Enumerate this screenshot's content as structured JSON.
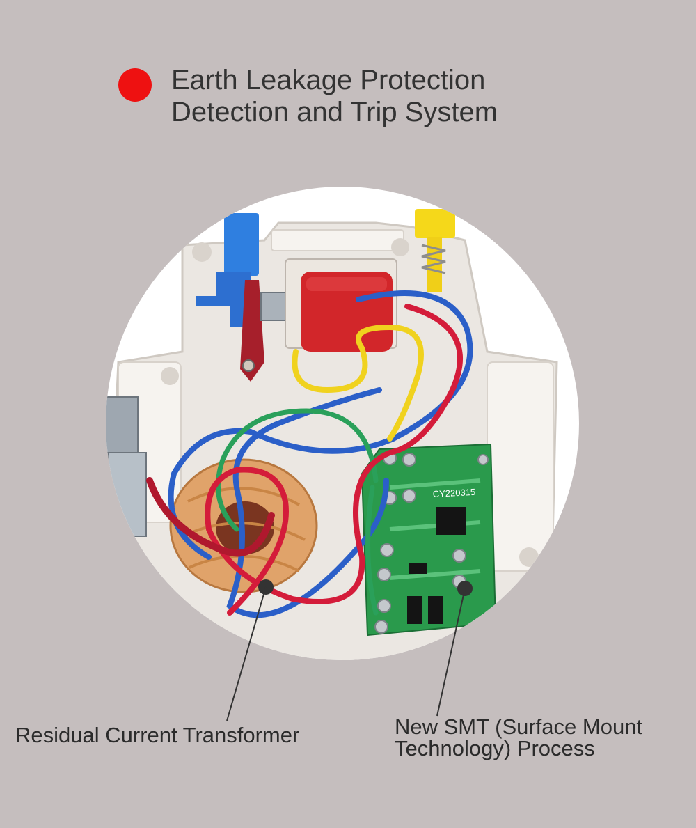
{
  "header": {
    "bullet_color": "#ee1111",
    "title_lines": [
      "Earth Leakage Protection",
      "Detection and Trip System"
    ]
  },
  "callouts": {
    "residual_current_transformer": "Residual Current Transformer",
    "smt_process_lines": [
      "New SMT (Surface Mount",
      "Technology) Process"
    ]
  },
  "board_marking": "CY220315",
  "colors": {
    "background": "#c5bebe",
    "housing": "#ebe7e2",
    "coil": "#d2262a",
    "toroid": "#e0a36a",
    "pcb": "#2a9a4c",
    "wire_red": "#d41c3a",
    "wire_blue": "#2b5fc8",
    "wire_green": "#2aa05a",
    "wire_yellow": "#f0d21e"
  }
}
